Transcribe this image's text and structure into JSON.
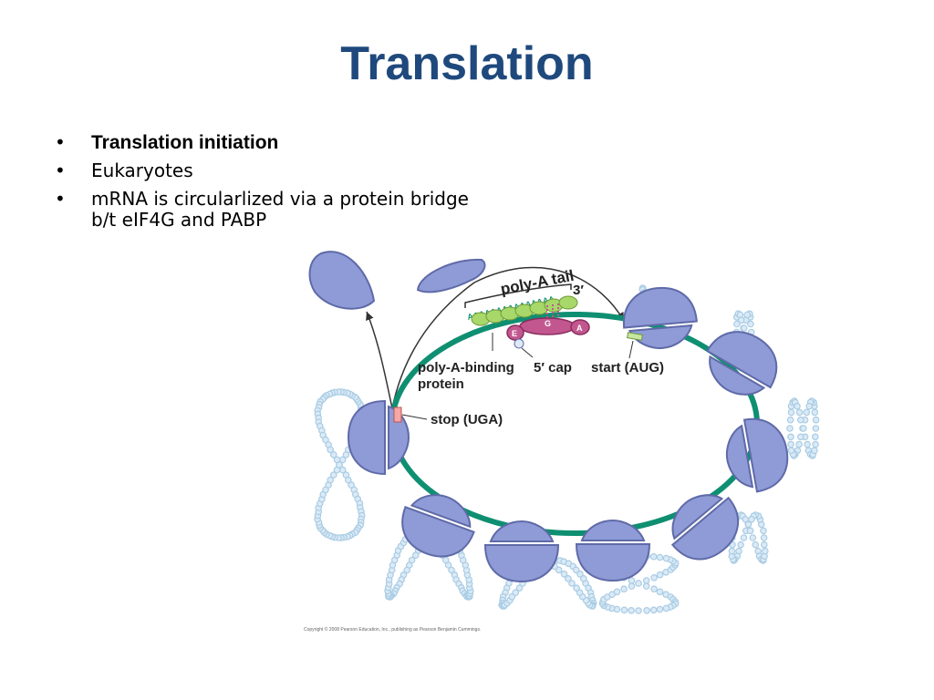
{
  "chart_data": null,
  "slide": {
    "title": "Translation",
    "bullets": [
      {
        "text": "Translation initiation",
        "bold": true
      },
      {
        "text": "Eukaryotes",
        "bold": false
      },
      {
        "text": "mRNA is circularlized via a protein bridge b/t eIF4G and PABP",
        "bold": false
      }
    ]
  },
  "figure": {
    "labels": {
      "poly_a_tail": "poly-A tail",
      "three_prime": "3′",
      "poly_a_seq": "AAAAAAAAAAAAAAA",
      "poly_a_seq2": "AAAA",
      "pabp_line1": "poly-A-binding",
      "pabp_line2": "protein",
      "five_cap": "5′ cap",
      "start": "start (AUG)",
      "stop": "stop (UGA)",
      "e_site": "E",
      "g_site": "G",
      "a_site": "A"
    },
    "copyright": "Copyright © 2008 Pearson Education, Inc., publishing as Pearson Benjamin Cummings.",
    "colors": {
      "mrna": "#0f8f72",
      "ribosome": "#8e9bd6",
      "ribosome_edge": "#5f6aa8",
      "polypeptide": "#a9cce3",
      "pabp": "#a8d86a",
      "eif": "#c2578f",
      "title": "#1f497d"
    }
  }
}
